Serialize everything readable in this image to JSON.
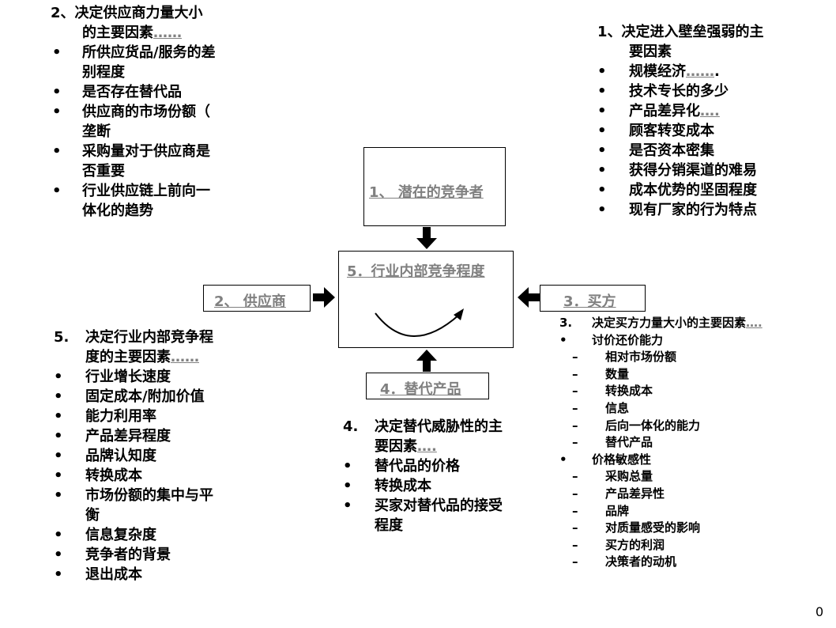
{
  "supplier_factors": {
    "title": "2、决定供应商力量大小",
    "title_line2": "的主要因素",
    "title_dots": "……",
    "items": [
      {
        "bullet": "•",
        "line1": "所供应货品/服务的差",
        "line2": "别程度"
      },
      {
        "bullet": "•",
        "line1": "是否存在替代品",
        "line2": ""
      },
      {
        "bullet": "•",
        "line1": "供应商的市场份额（",
        "line2": "垄断"
      },
      {
        "bullet": "•",
        "line1": "采购量对于供应商是",
        "line2": "否重要"
      },
      {
        "bullet": "•",
        "line1": "行业供应链上前向一",
        "line2": "体化的趋势"
      }
    ]
  },
  "entry_factors": {
    "title": "1、决定进入壁垒强弱的主",
    "title_line2": "要因素",
    "items": [
      {
        "bullet": "•",
        "text": "规模经济",
        "link": "……",
        "suffix": "."
      },
      {
        "bullet": "•",
        "text": "技术专长的多少",
        "link": "",
        "suffix": ""
      },
      {
        "bullet": "•",
        "text": "产品差异化",
        "link": "….",
        "suffix": ""
      },
      {
        "bullet": "•",
        "text": "顾客转变成本",
        "link": "",
        "suffix": ""
      },
      {
        "bullet": "•",
        "text": "是否资本密集",
        "link": "",
        "suffix": ""
      },
      {
        "bullet": "•",
        "text": "获得分销渠道的难易",
        "link": "",
        "suffix": ""
      },
      {
        "bullet": "•",
        "text": "成本优势的坚固程度",
        "link": "",
        "suffix": ""
      },
      {
        "bullet": "•",
        "text": "现有厂家的行为特点",
        "link": "",
        "suffix": ""
      }
    ]
  },
  "boxes": {
    "potential": "1、 潜在的竞争者",
    "internal": "5．行业内部竞争程度",
    "supplier": "2、 供应商",
    "buyer": "3．买方",
    "substitute": "4．替代产品"
  },
  "internal_factors": {
    "num": "5.",
    "title": "决定行业内部竞争程",
    "title_line2": "度的主要因素",
    "title_dots": "……",
    "items": [
      {
        "bullet": "•",
        "line1": "行业增长速度",
        "line2": ""
      },
      {
        "bullet": "•",
        "line1": "固定成本/附加价值",
        "line2": ""
      },
      {
        "bullet": "•",
        "line1": "能力利用率",
        "line2": ""
      },
      {
        "bullet": "•",
        "line1": "产品差异程度",
        "line2": ""
      },
      {
        "bullet": "•",
        "line1": "品牌认知度",
        "line2": ""
      },
      {
        "bullet": "•",
        "line1": "转换成本",
        "line2": ""
      },
      {
        "bullet": "•",
        "line1": "市场份额的集中与平",
        "line2": "衡"
      },
      {
        "bullet": "•",
        "line1": "信息复杂度",
        "line2": ""
      },
      {
        "bullet": "•",
        "line1": "竞争者的背景",
        "line2": ""
      },
      {
        "bullet": "•",
        "line1": "退出成本",
        "line2": ""
      }
    ]
  },
  "substitute_factors": {
    "num": "4.",
    "title": "决定替代威胁性的主",
    "title_line2": "要因素",
    "title_dots": "….",
    "items": [
      {
        "bullet": "•",
        "line1": "替代品的价格",
        "line2": ""
      },
      {
        "bullet": "•",
        "line1": "转换成本",
        "line2": ""
      },
      {
        "bullet": "•",
        "line1": "买家对替代品的接受",
        "line2": "程度"
      }
    ]
  },
  "buyer_factors": {
    "num": "3.",
    "title": "决定买方力量大小的主要因素",
    "title_dots": "….",
    "groups": [
      {
        "bullet": "•",
        "label": "讨价还价能力",
        "subs": [
          {
            "dash": "–",
            "text": "相对市场份额"
          },
          {
            "dash": "–",
            "text": "数量"
          },
          {
            "dash": "–",
            "text": "转换成本"
          },
          {
            "dash": "–",
            "text": "信息"
          },
          {
            "dash": "–",
            "text": "后向一体化的能力"
          },
          {
            "dash": "–",
            "text": "替代产品"
          }
        ]
      },
      {
        "bullet": "•",
        "label": "价格敏感性",
        "subs": [
          {
            "dash": "–",
            "text": "采购总量"
          },
          {
            "dash": "–",
            "text": "产品差异性"
          },
          {
            "dash": "–",
            "text": "品牌"
          },
          {
            "dash": "–",
            "text": "对质量感受的影响"
          },
          {
            "dash": "–",
            "text": "买方的利润"
          },
          {
            "dash": "–",
            "text": "决策者的动机"
          }
        ]
      }
    ]
  },
  "page_number": "0"
}
